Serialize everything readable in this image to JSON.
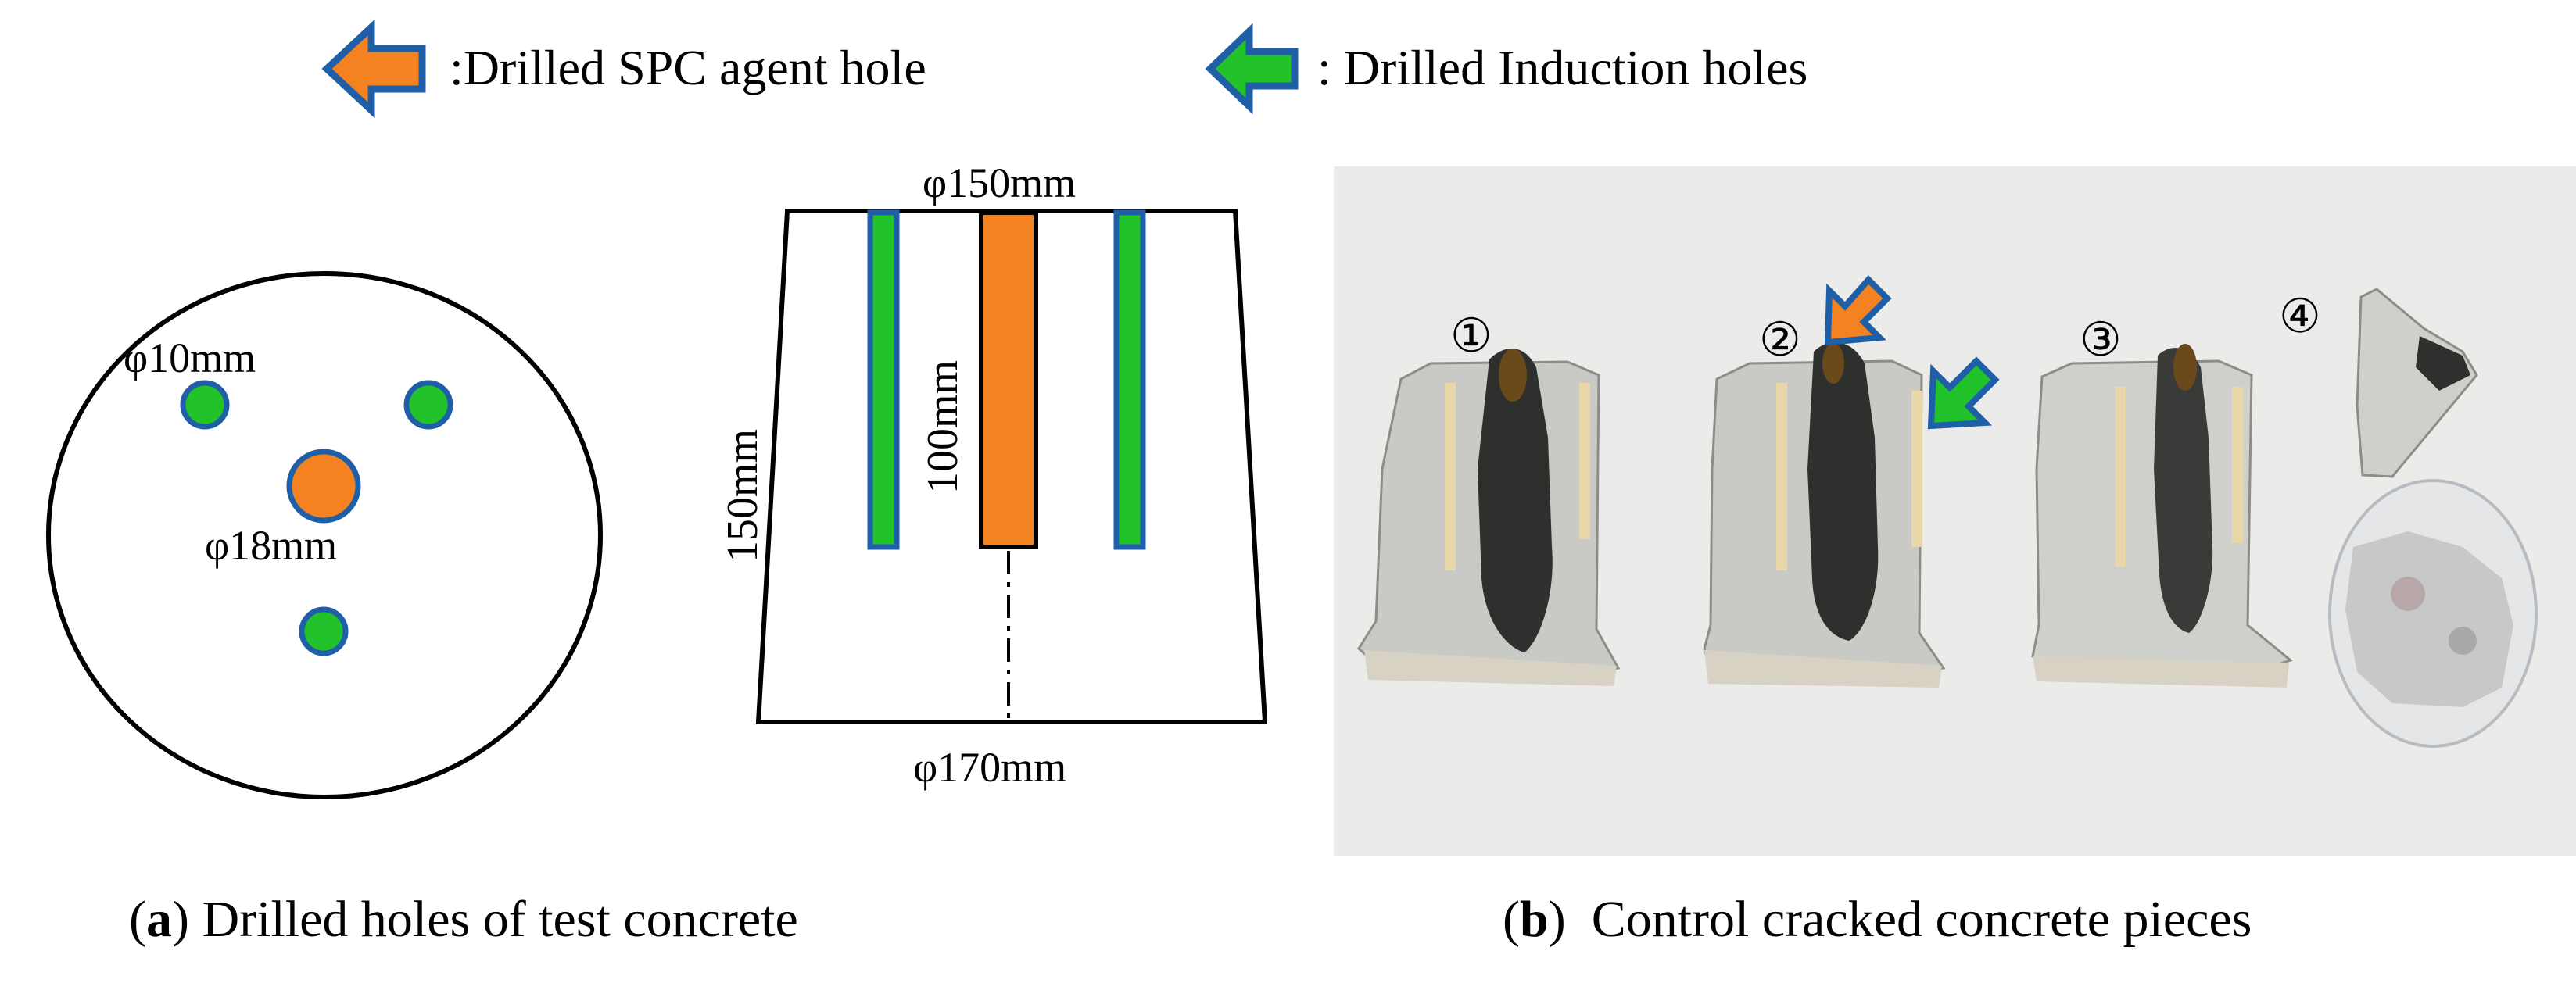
{
  "legend": {
    "spc_label": ":Drilled SPC agent hole",
    "induction_label": ": Drilled Induction holes"
  },
  "panel_a": {
    "top_view": {
      "small_hole_label": "φ10mm",
      "center_hole_label": "φ18mm"
    },
    "side_view": {
      "top_diameter_label": "φ150mm",
      "height_label": "150mm",
      "hole_depth_label": "100mm",
      "bottom_diameter_label": "φ170mm"
    },
    "caption_letter": "a",
    "caption_text": " Drilled holes of test concrete"
  },
  "panel_b": {
    "piece_labels": [
      "①",
      "②",
      "③",
      "④"
    ],
    "caption_letter": "b",
    "caption_text": "  Control cracked concrete pieces"
  },
  "colors": {
    "spc_orange": "#f58220",
    "induction_green": "#22c22a",
    "outline_blue": "#1f5fa8",
    "line_black": "#000000"
  }
}
